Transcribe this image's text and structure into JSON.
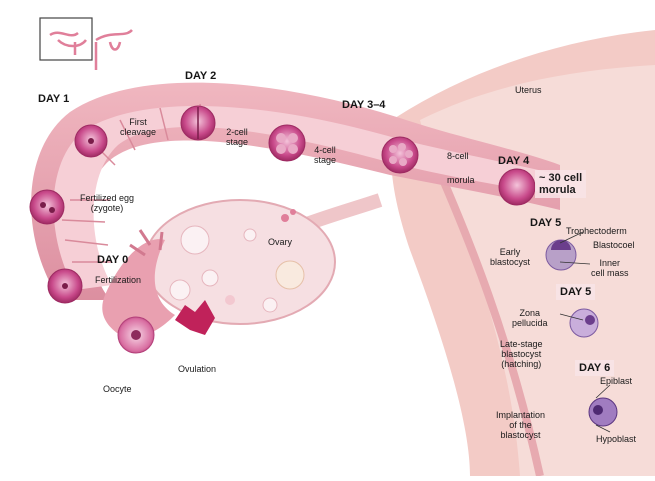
{
  "days": {
    "d1": "DAY 1",
    "d2": "DAY 2",
    "d34": "DAY 3–4",
    "d0": "DAY 0",
    "d4": "DAY 4",
    "d5a": "DAY 5",
    "d5b": "DAY 5",
    "d6": "DAY 6"
  },
  "labels": {
    "uterus": "Uterus",
    "first_cleavage": "First\ncleavage",
    "two_cell": "2-cell\nstage",
    "four_cell": "4-cell\nstage",
    "eight_cell": "8-cell",
    "morula": "morula",
    "thirty_cell": "~ 30 cell\nmorula",
    "fertilized_egg": "Fertilized egg\n(zygote)",
    "ovary": "Ovary",
    "fertilization": "Fertilization",
    "oocyte": "Oocyte",
    "ovulation": "Ovulation",
    "early_blastocyst": "Early\nblastocyst",
    "trophectoderm": "Trophectoderm",
    "blastocoel": "Blastocoel",
    "inner_cell_mass": "Inner\ncell mass",
    "zona_pellucida": "Zona\npellucida",
    "late_blastocyst": "Late-stage\nblastocyst\n(hatching)",
    "implantation": "Implantation\nof the\nblastocyst",
    "epiblast": "Epiblast",
    "hypoblast": "Hypoblast"
  },
  "colors": {
    "tube_outer": "#e9a7b3",
    "tube_inner": "#f3c6cd",
    "uterus": "#f2c9c3",
    "cell": "#b8376e",
    "cell_light": "#e9a9c6",
    "ovary": "#f6dfe2",
    "label_pad": "#f8e4e8"
  }
}
